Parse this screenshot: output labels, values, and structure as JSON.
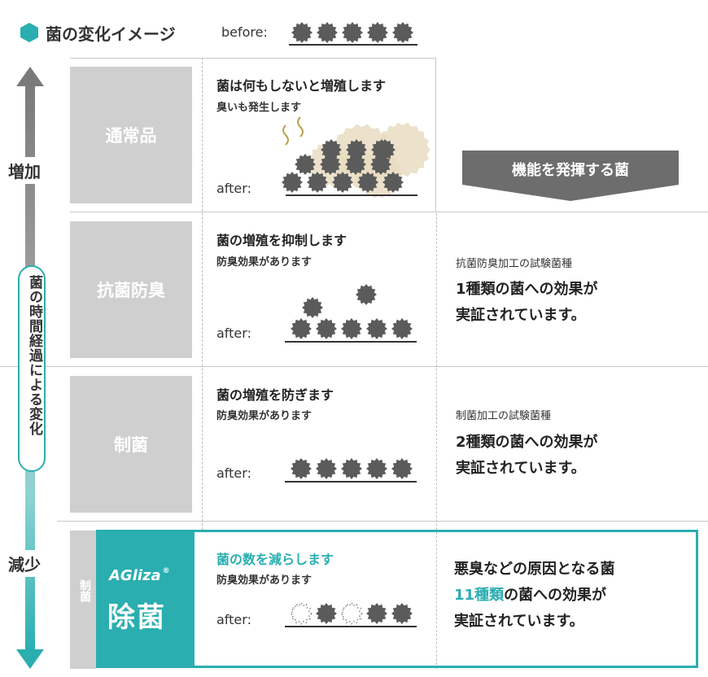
{
  "header": {
    "title": "菌の変化イメージ",
    "before_label": "before:",
    "accent_color": "#2aaeb0"
  },
  "axis": {
    "top_label": "増加",
    "bottom_label": "減少",
    "time_label": "菌の時間経過による変化"
  },
  "banner": {
    "label": "機能を発揮する菌"
  },
  "rows": [
    {
      "category": "通常品",
      "main": "菌は何もしないと増殖します",
      "sub": "臭いも発生します",
      "after_label": "after:"
    },
    {
      "category": "抗菌防臭",
      "main": "菌の増殖を抑制します",
      "sub": "防臭効果があります",
      "after_label": "after:",
      "test_label": "抗菌防臭加工の試験菌種",
      "effect_line1": "1種類の菌への効果が",
      "effect_line2": "実証されています。"
    },
    {
      "category": "制菌",
      "main": "菌の増殖を防ぎます",
      "sub": "防臭効果があります",
      "after_label": "after:",
      "test_label": "制菌加工の試験菌種",
      "effect_line1": "2種類の菌への効果が",
      "effect_line2": "実証されています。"
    },
    {
      "category_small": "制菌",
      "brand": "AGliza",
      "brand_mark": "®",
      "category": "除菌",
      "main": "菌の数を減らします",
      "sub": "防臭効果があります",
      "after_label": "after:",
      "effect_line1": "悪臭などの原因となる菌",
      "effect_highlight": "11種類",
      "effect_line2_rest": "の菌への効果が",
      "effect_line3": "実証されています。"
    }
  ]
}
